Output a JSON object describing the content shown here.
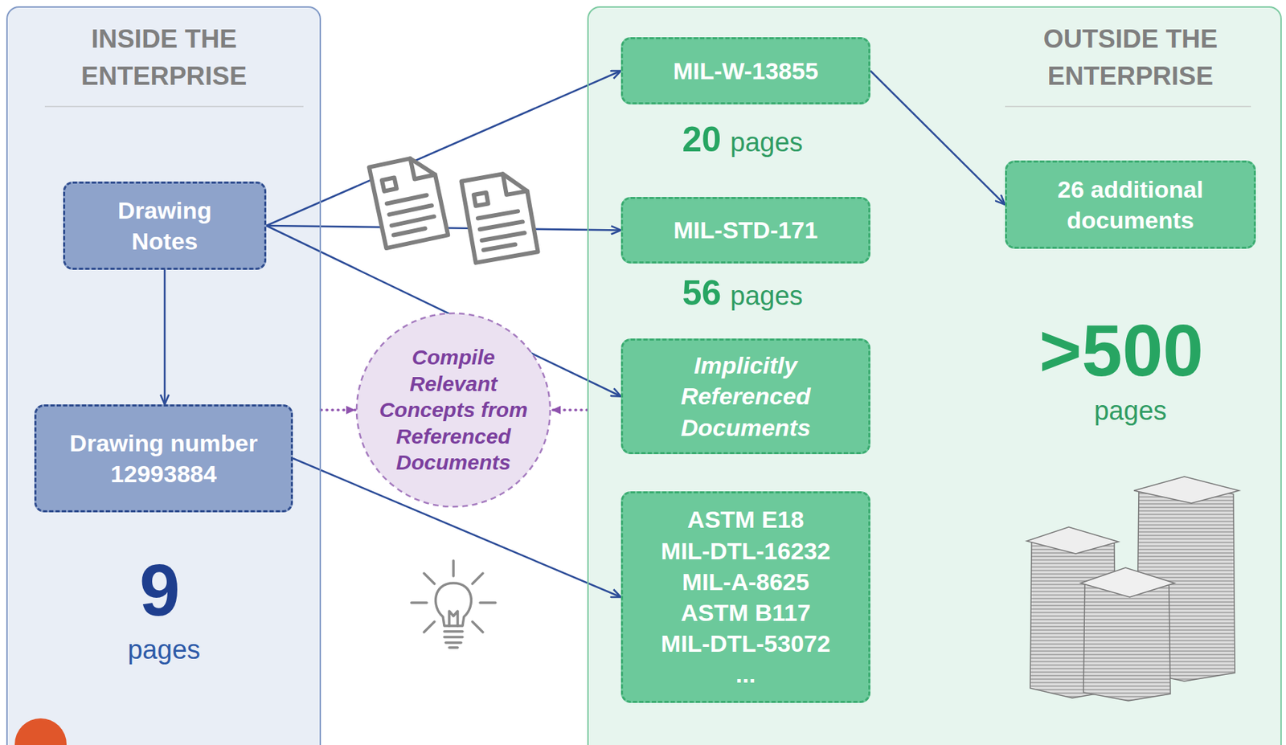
{
  "diagram": {
    "nodes": [
      {
        "text": [
          "INSIDE THE ENTERPRISE"
        ]
      },
      {
        "text": [
          "OUTSIDE THE ENTERPRISE"
        ]
      },
      {
        "text": [
          "Drawing Notes"
        ],
        "in": 0
      },
      {
        "text": [
          "Drawing number 12993884"
        ],
        "in": 0
      },
      {
        "text": [
          "MIL-W-13855"
        ],
        "in": 1
      },
      {
        "text": [
          "MIL-STD-171"
        ],
        "in": 1
      },
      {
        "text": [
          "Implicitly Referenced Documents"
        ],
        "in": 1
      },
      {
        "text": [
          "ASTM E18 MIL-DTL-16232 MIL-A-8625 ASTM B117 MIL-DTL-53072 ..."
        ],
        "in": 1
      },
      {
        "text": [
          "Compile Relevant Concepts from Referenced Documents"
        ]
      },
      {
        "text": [
          "26 additional documents"
        ],
        "in": 1
      }
    ],
    "edges": [
      {
        "from": 2,
        "to": 4,
        "arrow": "to"
      },
      {
        "from": 2,
        "to": 5,
        "arrow": "to"
      },
      {
        "from": 2,
        "to": 6,
        "arrow": "to"
      },
      {
        "from": 2,
        "to": 3,
        "arrow": "to"
      },
      {
        "from": 3,
        "to": 7,
        "arrow": "to"
      },
      {
        "from": 4,
        "to": 9,
        "arrow": "to"
      },
      {
        "from": 0,
        "to": 8,
        "arrow": "to"
      },
      {
        "from": 1,
        "to": 8,
        "arrow": "to"
      }
    ],
    "labels": [
      "20",
      "pages",
      "56",
      "pages",
      ">500",
      "pages",
      "9",
      "pages"
    ]
  }
}
